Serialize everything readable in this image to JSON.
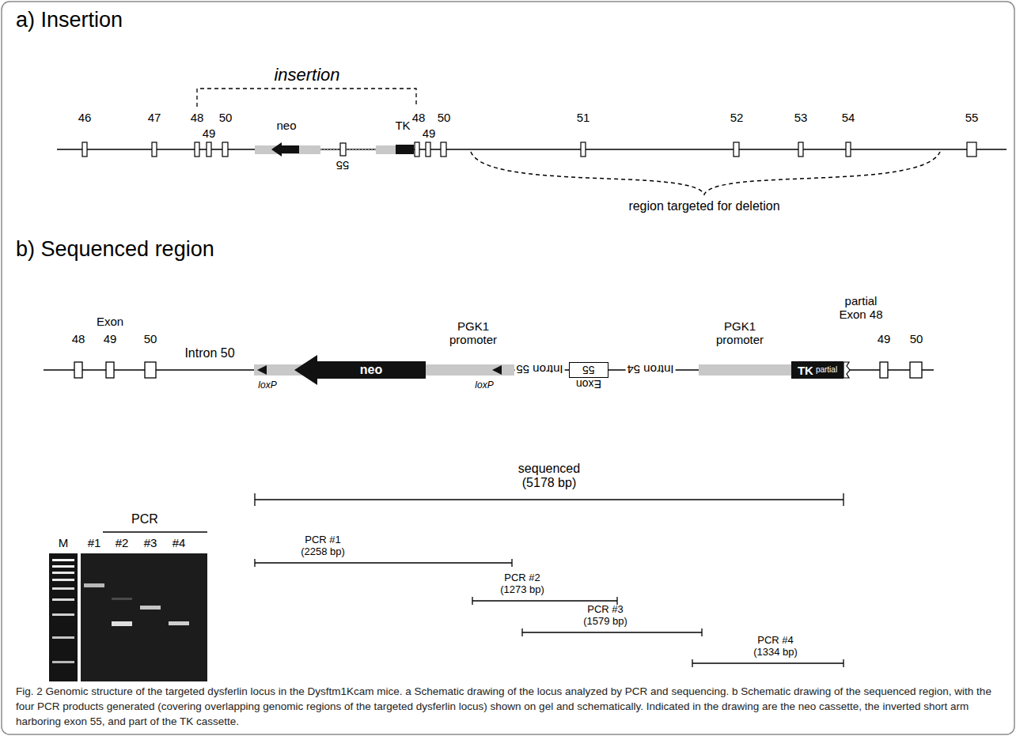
{
  "diagram": {
    "caption": "Fig. 2 Genomic structure of the targeted dysferlin locus in the Dysftm1Kcam mice. a Schematic drawing of the locus analyzed by PCR and sequencing. b Schematic drawing of the sequenced region, with the four PCR products generated (covering overlapping genomic regions of the targeted dysferlin locus) shown on gel and schematically. Indicated in the drawing are the neo cassette, the inverted short arm harboring exon 55, and part of the TK cassette.",
    "nodes": [
      {
        "text": [
          "neo"
        ]
      },
      {
        "text": [
          "Exon",
          "55"
        ]
      },
      {
        "text": [
          "TK",
          "partial"
        ]
      }
    ],
    "labels": [
      "a) Insertion",
      "insertion",
      "46",
      "47",
      "48",
      "49",
      "50",
      "neo",
      "55",
      "TK",
      "48",
      "49",
      "50",
      "51",
      "52",
      "53",
      "54",
      "55",
      "region targeted for deletion",
      "b) Sequenced region",
      "Exon",
      "48",
      "49",
      "50",
      "Intron 50",
      "loxP",
      "PGK1 promoter",
      "loxP",
      "Intron 55",
      "Intron 54",
      "PGK1 promoter",
      "partial Exon 48",
      "49",
      "50",
      "sequenced (5178 bp)",
      "PCR #1 (2258 bp)",
      "PCR #2 (1273 bp)",
      "PCR #3 (1579 bp)",
      "PCR #4 (1334 bp)",
      "PCR",
      "M",
      "#1",
      "#2",
      "#3",
      "#4"
    ]
  }
}
